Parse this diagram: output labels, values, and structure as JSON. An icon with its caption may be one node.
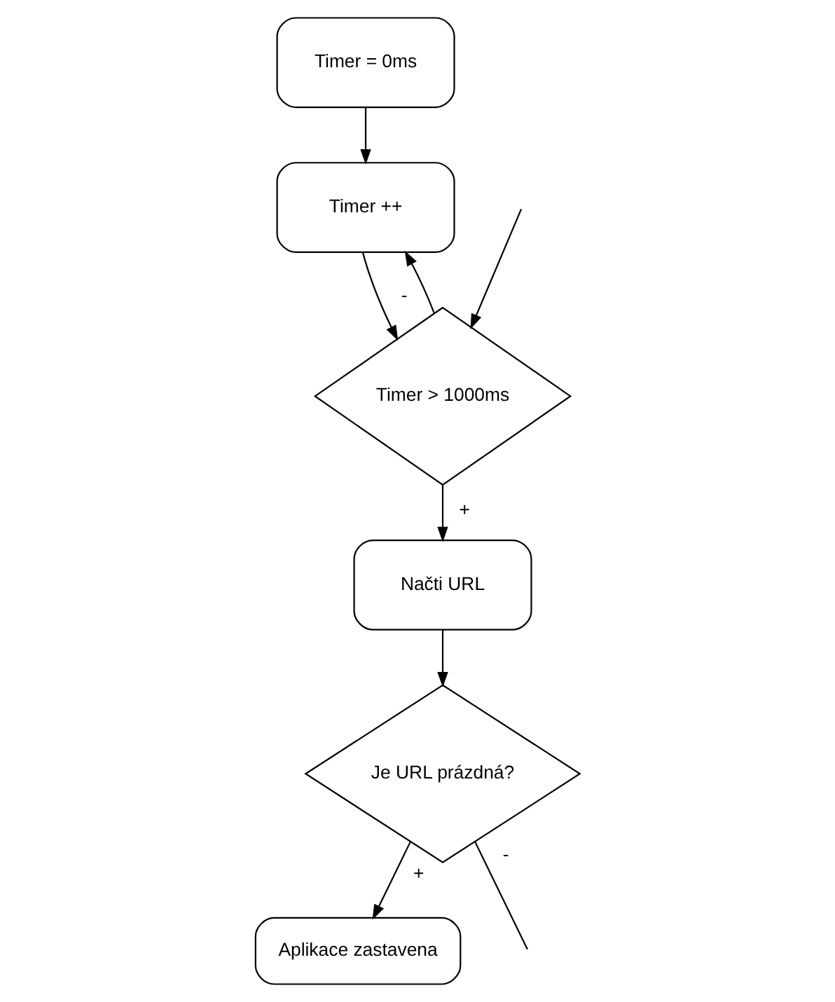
{
  "diagram": {
    "nodes": [
      {
        "text": [
          "Timer = 0ms"
        ]
      },
      {
        "text": [
          "Timer ++"
        ]
      },
      {
        "text": [
          "Timer > 1000ms"
        ]
      },
      {
        "text": [
          "Načti URL"
        ]
      },
      {
        "text": [
          "Je URL prázdná?"
        ]
      },
      {
        "text": [
          "Aplikace zastavena"
        ]
      }
    ],
    "edges": [
      {
        "from": 0,
        "to": 1,
        "arrow": "to"
      },
      {
        "from": 1,
        "to": 2,
        "arrow": "to"
      },
      {
        "from": 2,
        "to": 3,
        "arrow": "to",
        "label": "+"
      },
      {
        "from": 2,
        "to": 1,
        "arrow": "to",
        "label": "-"
      },
      {
        "from": 3,
        "to": 4,
        "arrow": "to"
      },
      {
        "from": 4,
        "to": 5,
        "arrow": "to",
        "label": "+"
      },
      {
        "from": 4,
        "to": null,
        "arrow": "none",
        "label": "-"
      },
      {
        "from": null,
        "to": 2,
        "arrow": "to"
      }
    ]
  }
}
